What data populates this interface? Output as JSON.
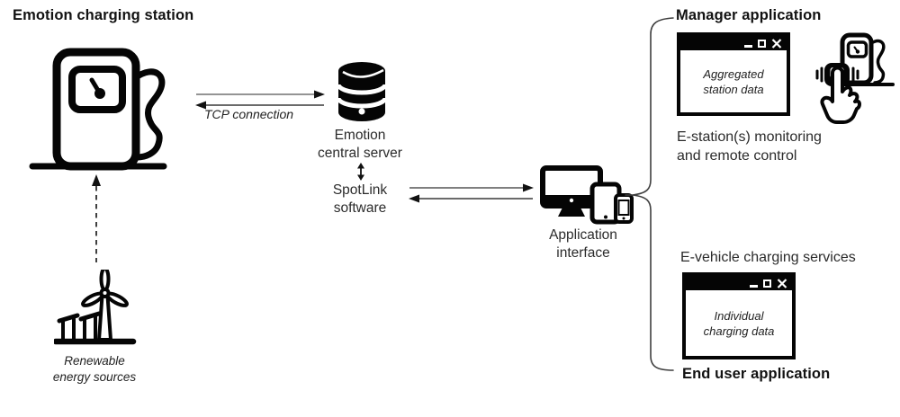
{
  "titles": {
    "station": "Emotion charging station",
    "manager": "Manager application",
    "end_user": "End user application"
  },
  "labels": {
    "tcp": "TCP connection",
    "server": [
      "Emotion",
      "central server"
    ],
    "spotlink": [
      "SpotLink",
      "software"
    ],
    "app_interface": [
      "Application",
      "interface"
    ],
    "renewable": [
      "Renewable",
      "energy sources"
    ],
    "monitoring": [
      "E-station(s) monitoring",
      "and remote control"
    ],
    "evehicle": "E-vehicle charging services"
  },
  "windows": {
    "manager": {
      "content": [
        "Aggregated",
        "station data"
      ]
    },
    "end_user": {
      "content": [
        "Individual",
        "charging data"
      ]
    }
  },
  "icons": {
    "charging_station": "ev-charging-station-icon",
    "renewable_energy": "wind-turbine-solar-icon",
    "central_server": "database-icon",
    "app_interface": "multi-device-icon",
    "remote_control": "hand-press-charging-station-icon",
    "window_controls": [
      "minimize-icon",
      "maximize-icon",
      "close-icon"
    ]
  },
  "colors": {
    "ink": "#050505",
    "label": "#2b2b2b",
    "arrow": "#333333"
  }
}
